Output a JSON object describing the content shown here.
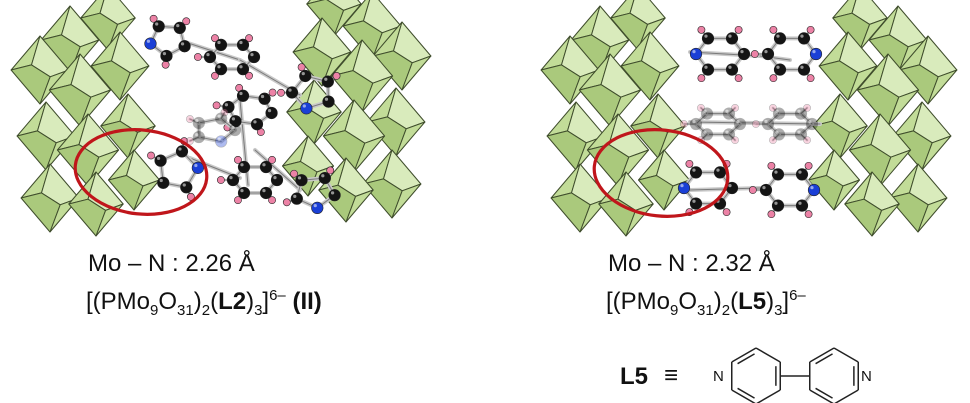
{
  "left_panel": {
    "distance": "Mo – N : 2.26 Å",
    "formula": {
      "open": "[(PMo",
      "sub1": "9",
      "o": "O",
      "sub2": "31",
      "close1": ")",
      "sub3": "2",
      "paren_open": "(",
      "ligand": "L2",
      "paren_close": ")",
      "sub4": "3",
      "bracket_close": "]",
      "charge": "6–",
      "label": "(II)"
    }
  },
  "right_panel": {
    "distance": "Mo – N : 2.32 Å",
    "formula": {
      "open": "[(PMo",
      "sub1": "9",
      "o": "O",
      "sub2": "31",
      "close1": ")",
      "sub3": "2",
      "paren_open": "(",
      "ligand": "L5",
      "paren_close": ")",
      "sub4": "3",
      "bracket_close": "]",
      "charge": "6–"
    },
    "ligand_def": {
      "name": "L5",
      "equiv": "≡",
      "n1": "N",
      "n2": "N"
    }
  },
  "colors": {
    "polyhedron": "#c2dc98",
    "polyhedron_edge": "#3f4d2c",
    "carbon": "#141414",
    "nitrogen": "#1a3fd6",
    "hydrogen": "#ec82a6",
    "bond": "#c9c9c9",
    "circle": "#c0161b"
  }
}
